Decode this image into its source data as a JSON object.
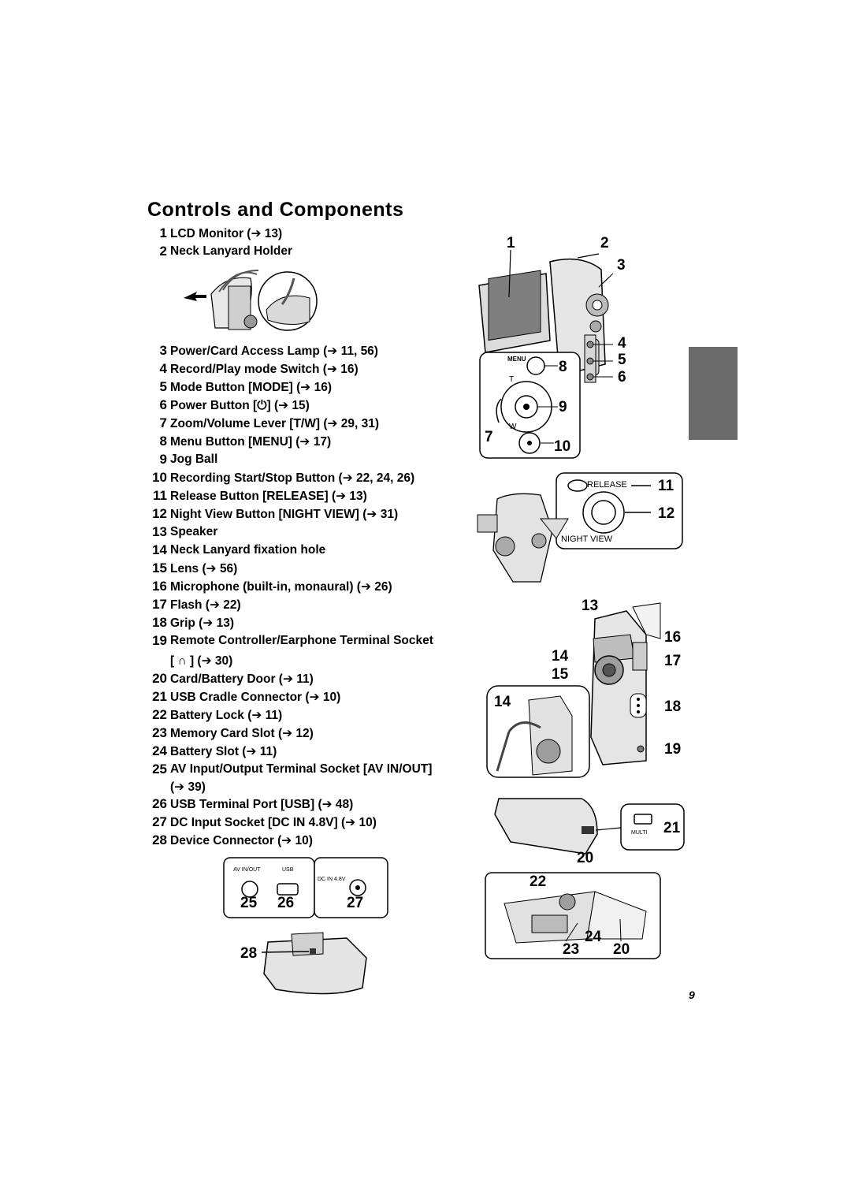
{
  "title": "Controls and Components",
  "items": [
    {
      "num": "1",
      "text": "LCD Monitor (➔ 13)"
    },
    {
      "num": "2",
      "text": "Neck Lanyard Holder"
    },
    {
      "num": "3",
      "text": "Power/Card Access Lamp (➔ 11, 56)"
    },
    {
      "num": "4",
      "text": "Record/Play mode Switch (➔ 16)"
    },
    {
      "num": "5",
      "text": "Mode Button [MODE] (➔ 16)"
    },
    {
      "num": "6",
      "text": "Power Button [⏻] (➔ 15)"
    },
    {
      "num": "7",
      "text": "Zoom/Volume Lever [T/W] (➔ 29, 31)"
    },
    {
      "num": "8",
      "text": "Menu Button [MENU] (➔ 17)"
    },
    {
      "num": "9",
      "text": "Jog Ball"
    },
    {
      "num": "10",
      "text": "Recording Start/Stop Button (➔ 22, 24, 26)"
    },
    {
      "num": "11",
      "text": "Release Button [RELEASE] (➔ 13)"
    },
    {
      "num": "12",
      "text": "Night View Button [NIGHT VIEW] (➔ 31)"
    },
    {
      "num": "13",
      "text": "Speaker"
    },
    {
      "num": "14",
      "text": "Neck Lanyard fixation hole"
    },
    {
      "num": "15",
      "text": "Lens (➔ 56)"
    },
    {
      "num": "16",
      "text": "Microphone (built-in, monaural) (➔ 26)"
    },
    {
      "num": "17",
      "text": "Flash (➔ 22)"
    },
    {
      "num": "18",
      "text": "Grip (➔ 13)"
    },
    {
      "num": "19",
      "text": "Remote Controller/Earphone Terminal Socket"
    },
    {
      "num": "20",
      "text": "Card/Battery Door (➔ 11)"
    },
    {
      "num": "21",
      "text": "USB Cradle Connector (➔ 10)"
    },
    {
      "num": "22",
      "text": "Battery Lock (➔ 11)"
    },
    {
      "num": "23",
      "text": "Memory Card Slot (➔ 12)"
    },
    {
      "num": "24",
      "text": "Battery Slot (➔ 11)"
    },
    {
      "num": "25",
      "text": "AV Input/Output Terminal Socket [AV IN/OUT]"
    },
    {
      "num": "26",
      "text": "USB Terminal Port [USB] (➔ 48)"
    },
    {
      "num": "27",
      "text": "DC Input Socket [DC IN 4.8V] (➔ 10)"
    },
    {
      "num": "28",
      "text": "Device Connector (➔ 10)"
    }
  ],
  "continuations": {
    "item19": "[  ∩  ] (➔ 30)",
    "item25": "(➔ 39)"
  },
  "figure_labels": {
    "menu": "MENU",
    "t": "T",
    "w": "W",
    "release": "RELEASE",
    "night_view": "NIGHT VIEW",
    "multi": "MULTI",
    "av_in_out": "AV IN/OUT",
    "usb": "USB",
    "dc_in": "DC IN 4.8V"
  },
  "callouts": [
    "1",
    "2",
    "3",
    "4",
    "5",
    "6",
    "8",
    "9",
    "7",
    "10",
    "11",
    "12",
    "13",
    "16",
    "14",
    "17",
    "15",
    "14",
    "18",
    "19",
    "21",
    "20",
    "22",
    "24",
    "23",
    "20",
    "25",
    "26",
    "27",
    "28"
  ],
  "page_number": "9"
}
